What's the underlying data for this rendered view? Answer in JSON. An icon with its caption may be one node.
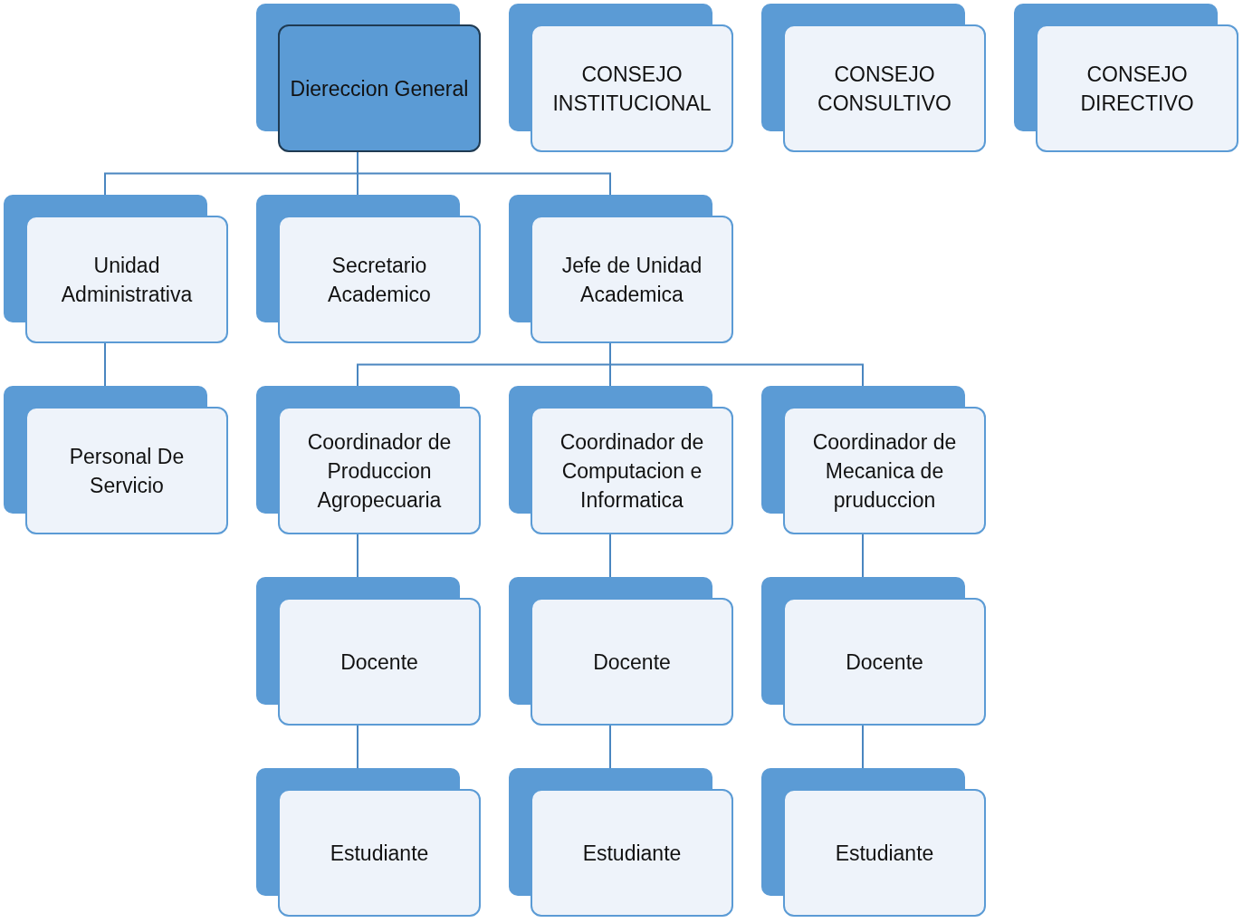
{
  "diagram": {
    "nodes": [
      {
        "text": [
          "Diereccion General"
        ]
      },
      {
        "text": [
          "CONSEJO INSTITUCIONAL"
        ]
      },
      {
        "text": [
          "CONSEJO CONSULTIVO"
        ]
      },
      {
        "text": [
          "CONSEJO DIRECTIVO"
        ]
      },
      {
        "text": [
          "Unidad Administrativa"
        ]
      },
      {
        "text": [
          "Secretario Academico"
        ]
      },
      {
        "text": [
          "Jefe de Unidad Academica"
        ]
      },
      {
        "text": [
          "Personal De Servicio"
        ]
      },
      {
        "text": [
          "Coordinador de Produccion Agropecuaria"
        ]
      },
      {
        "text": [
          "Coordinador de Computacion e Informatica"
        ]
      },
      {
        "text": [
          "Coordinador de Mecanica de pruduccion"
        ]
      },
      {
        "text": [
          "Docente"
        ]
      },
      {
        "text": [
          "Docente"
        ]
      },
      {
        "text": [
          "Docente"
        ]
      },
      {
        "text": [
          "Estudiante"
        ]
      },
      {
        "text": [
          "Estudiante"
        ]
      },
      {
        "text": [
          "Estudiante"
        ]
      }
    ],
    "edges": [
      {
        "from": 0,
        "to": 4,
        "arrow": "none"
      },
      {
        "from": 0,
        "to": 5,
        "arrow": "none"
      },
      {
        "from": 0,
        "to": 6,
        "arrow": "none"
      },
      {
        "from": 4,
        "to": 7,
        "arrow": "none"
      },
      {
        "from": 6,
        "to": 8,
        "arrow": "none"
      },
      {
        "from": 6,
        "to": 9,
        "arrow": "none"
      },
      {
        "from": 6,
        "to": 10,
        "arrow": "none"
      },
      {
        "from": 8,
        "to": 11,
        "arrow": "none"
      },
      {
        "from": 9,
        "to": 12,
        "arrow": "none"
      },
      {
        "from": 10,
        "to": 13,
        "arrow": "none"
      },
      {
        "from": 11,
        "to": 14,
        "arrow": "none"
      },
      {
        "from": 12,
        "to": 15,
        "arrow": "none"
      },
      {
        "from": 13,
        "to": 16,
        "arrow": "none"
      }
    ]
  }
}
